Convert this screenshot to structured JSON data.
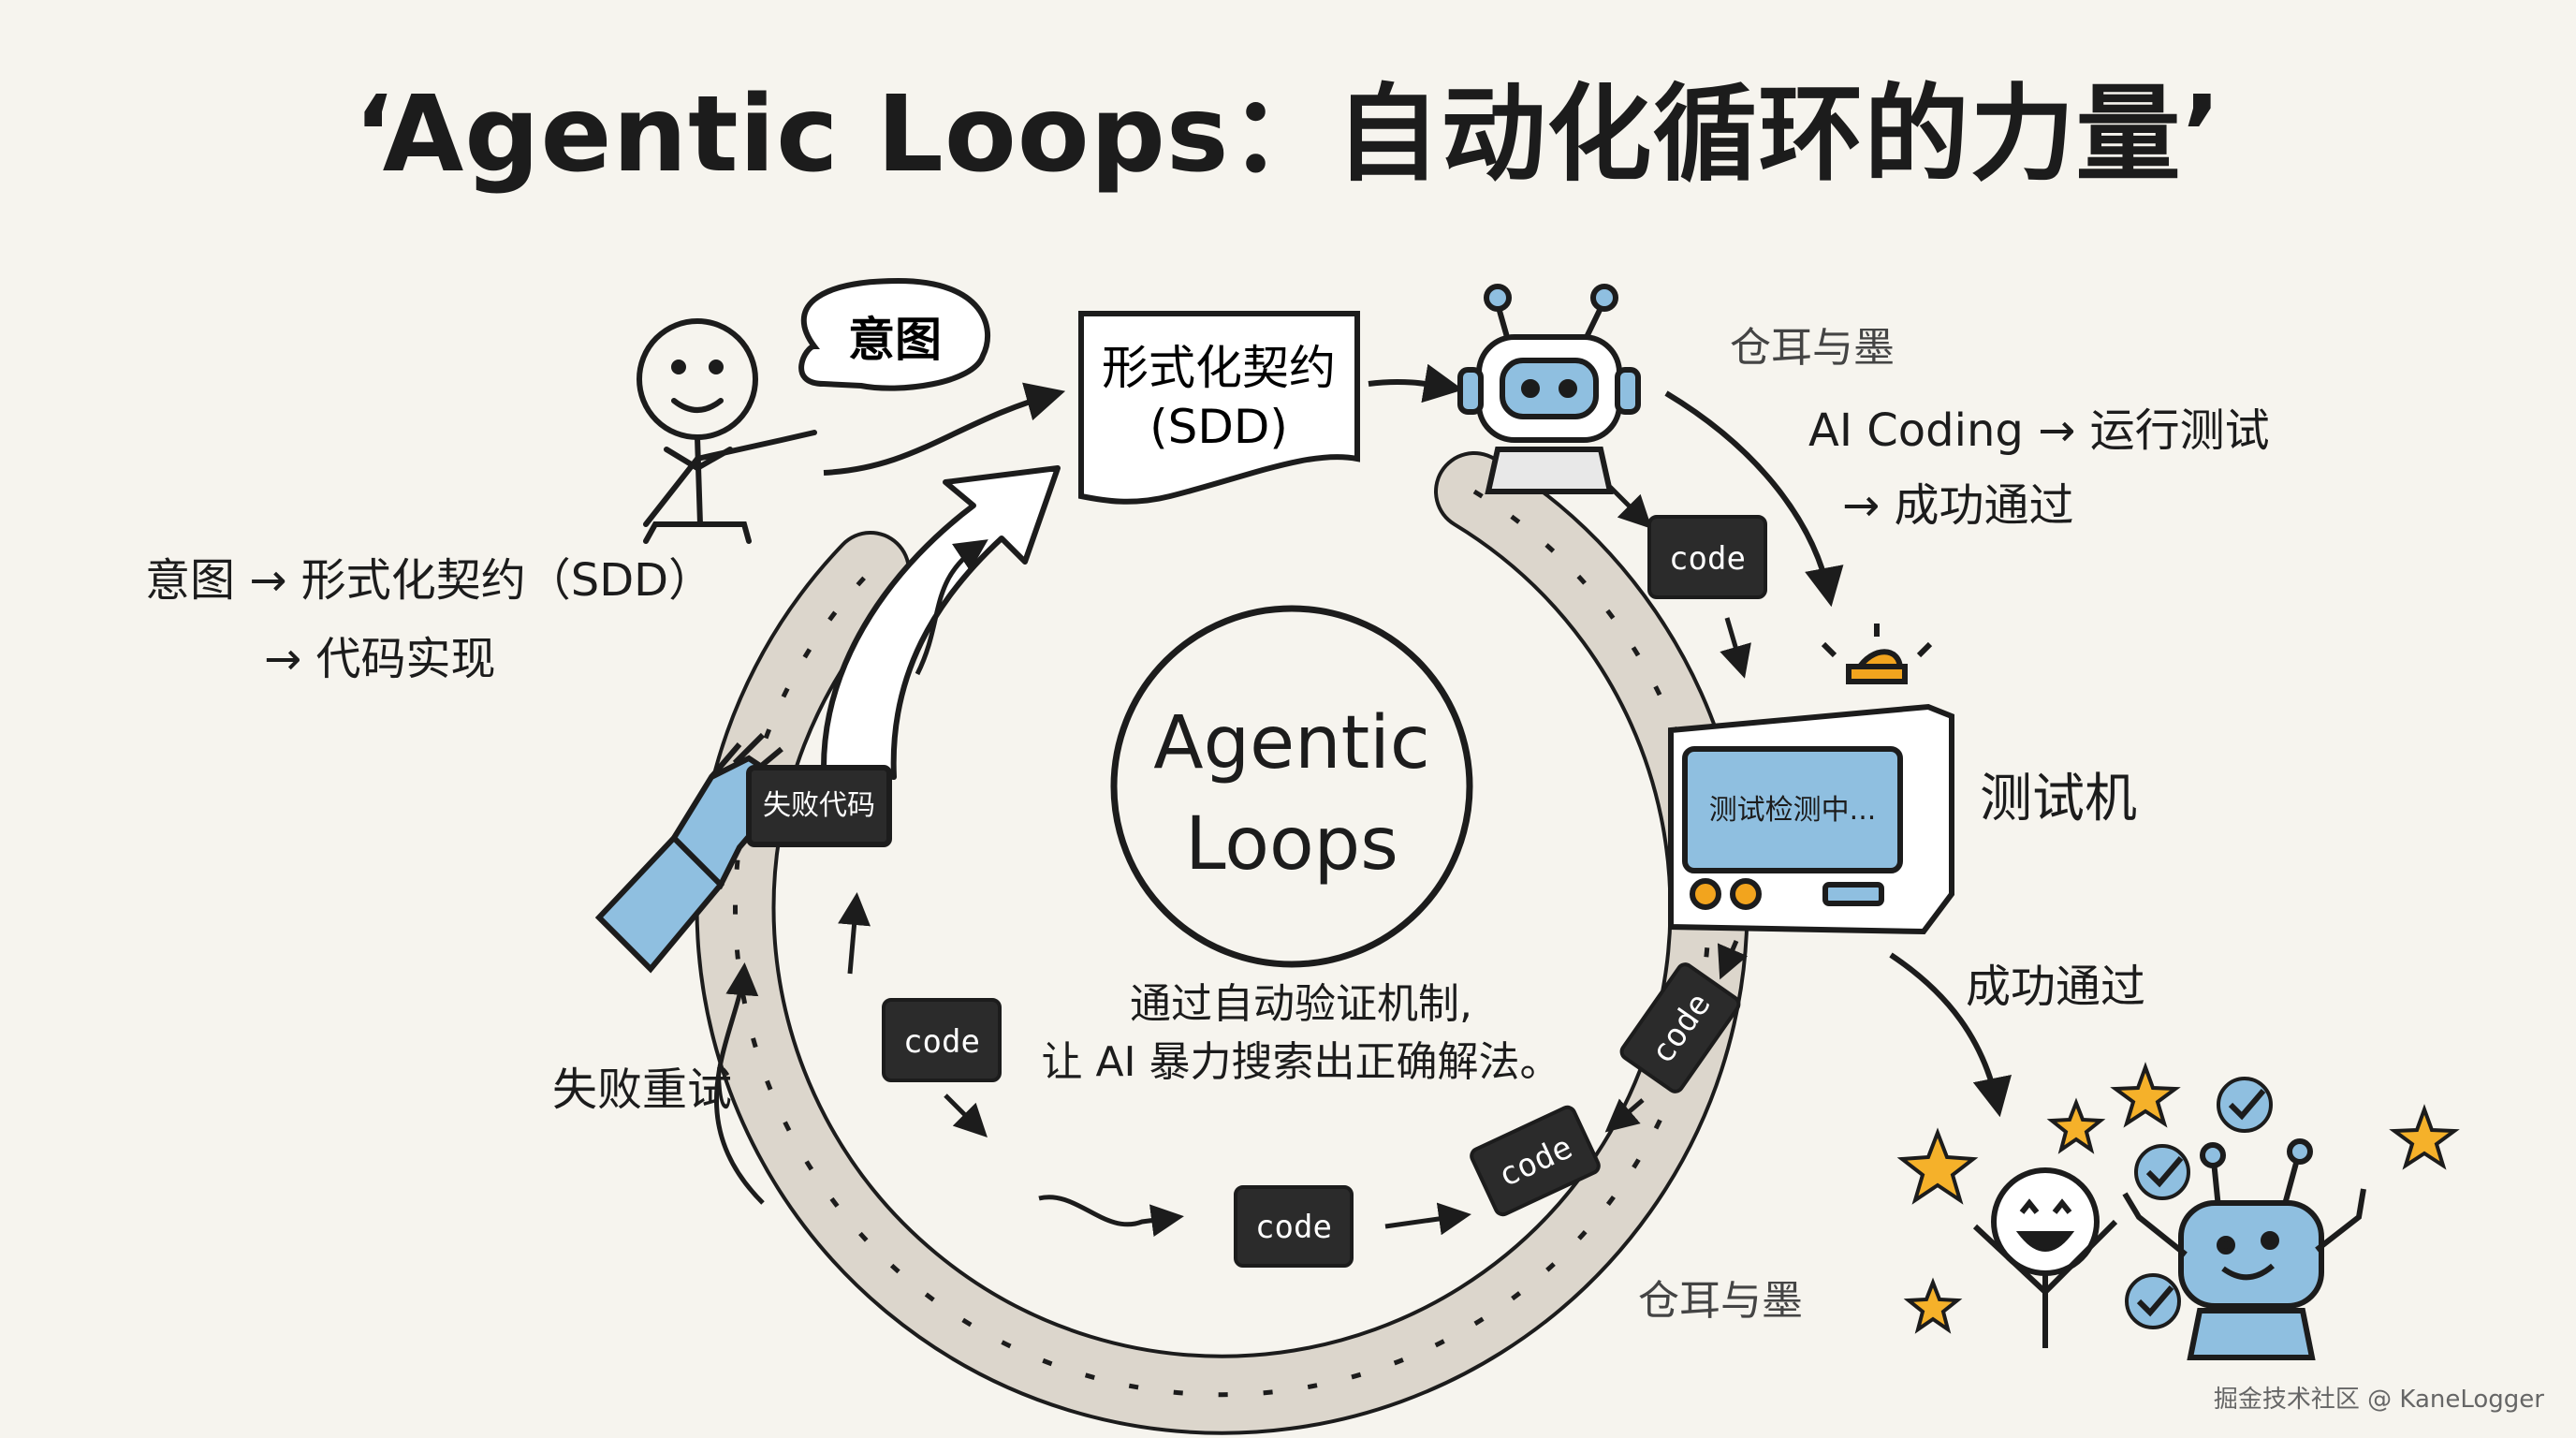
{
  "title": "‘Agentic Loops：自动化循环的力量’",
  "intent_bubble": "意图",
  "contract_box": {
    "line1": "形式化契约",
    "line2": "(SDD)"
  },
  "left_note": {
    "line1": "意图 → 形式化契约（SDD）",
    "line2": "→ 代码实现"
  },
  "watermark_top": "仓耳与墨",
  "watermark_bottom": "仓耳与墨",
  "top_right_note": {
    "line1": "AI Coding → 运行测试",
    "line2": "→ 成功通过"
  },
  "center": {
    "title_line1": "Agentic",
    "title_line2": "Loops",
    "note_line1": "通过自动验证机制,",
    "note_line2": "让 AI 暴力搜索出正确解法。"
  },
  "tester": {
    "label": "测试机",
    "screen_text": "测试检测中..."
  },
  "success_label": "成功通过",
  "retry_label": "失败重试",
  "failed_code_tag": "失败代码",
  "code_tags": [
    "code",
    "code",
    "code",
    "code",
    "code"
  ],
  "footer": "掘金技术社区 @ KaneLogger",
  "colors": {
    "background": "#f6f4ee",
    "ink": "#1c1c1c",
    "robot_blue": "#8fbfe0",
    "star": "#f5b12a",
    "lamp": "#f2a41e",
    "belt": "#dcd6cc"
  }
}
